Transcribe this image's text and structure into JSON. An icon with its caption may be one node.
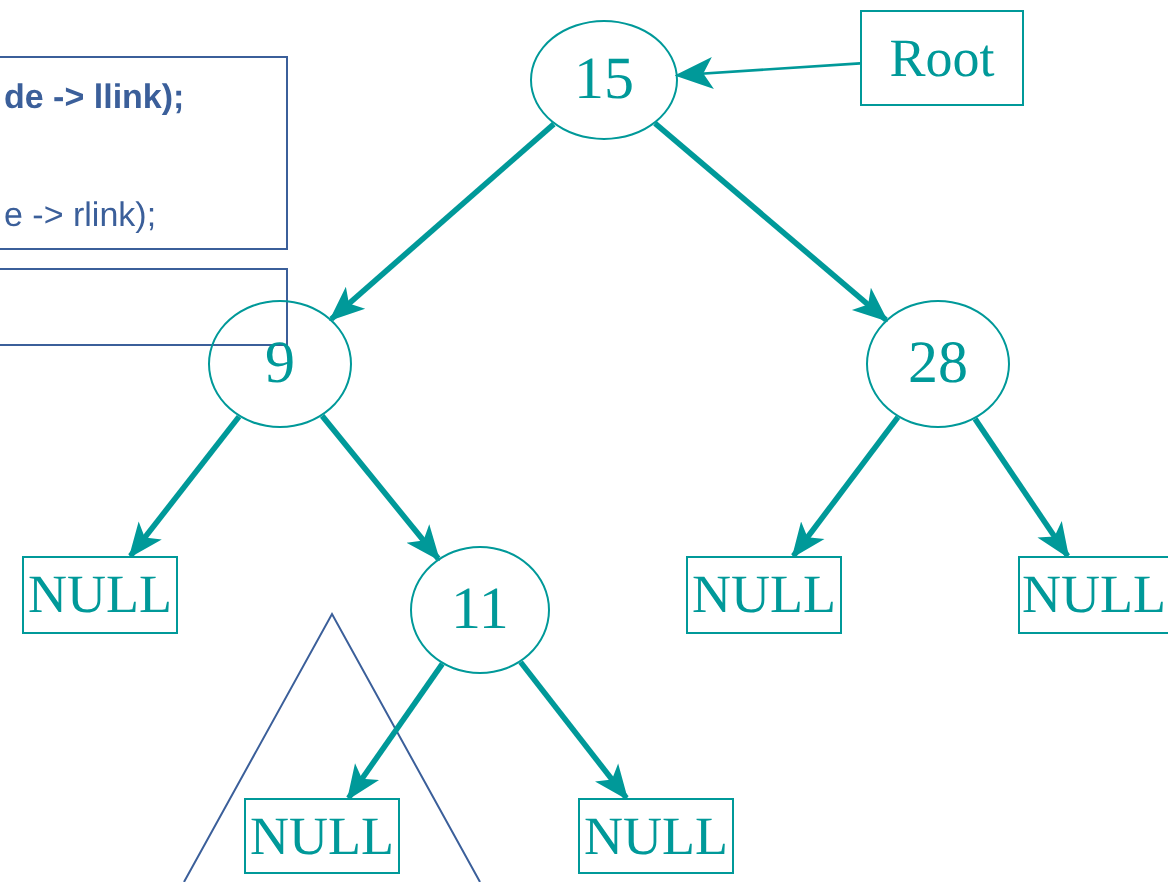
{
  "diagram": {
    "nodes": [
      {
        "text": [
          "de -> llink);",
          "e -> rlink);"
        ]
      },
      {
        "text": [],
        "shape": "box"
      },
      {
        "text": [
          "15"
        ]
      },
      {
        "text": [
          "Root"
        ]
      },
      {
        "text": [
          "9"
        ]
      },
      {
        "text": [
          "28"
        ]
      },
      {
        "text": [
          "NULL"
        ]
      },
      {
        "text": [
          "11"
        ]
      },
      {
        "text": [
          "NULL"
        ]
      },
      {
        "text": [
          "NULL"
        ]
      },
      {
        "text": [
          "NULL"
        ]
      },
      {
        "text": [
          "NULL"
        ]
      }
    ],
    "edges": [
      {
        "from": 3,
        "to": 2,
        "arrow": "to"
      },
      {
        "from": 2,
        "to": 4,
        "arrow": "to"
      },
      {
        "from": 2,
        "to": 5,
        "arrow": "to"
      },
      {
        "from": 4,
        "to": 6,
        "arrow": "to"
      },
      {
        "from": 4,
        "to": 7,
        "arrow": "to"
      },
      {
        "from": 5,
        "to": 8,
        "arrow": "to"
      },
      {
        "from": 5,
        "to": 9,
        "arrow": "to"
      },
      {
        "from": 7,
        "to": 10,
        "arrow": "to"
      },
      {
        "from": 7,
        "to": 11,
        "arrow": "to"
      }
    ]
  }
}
